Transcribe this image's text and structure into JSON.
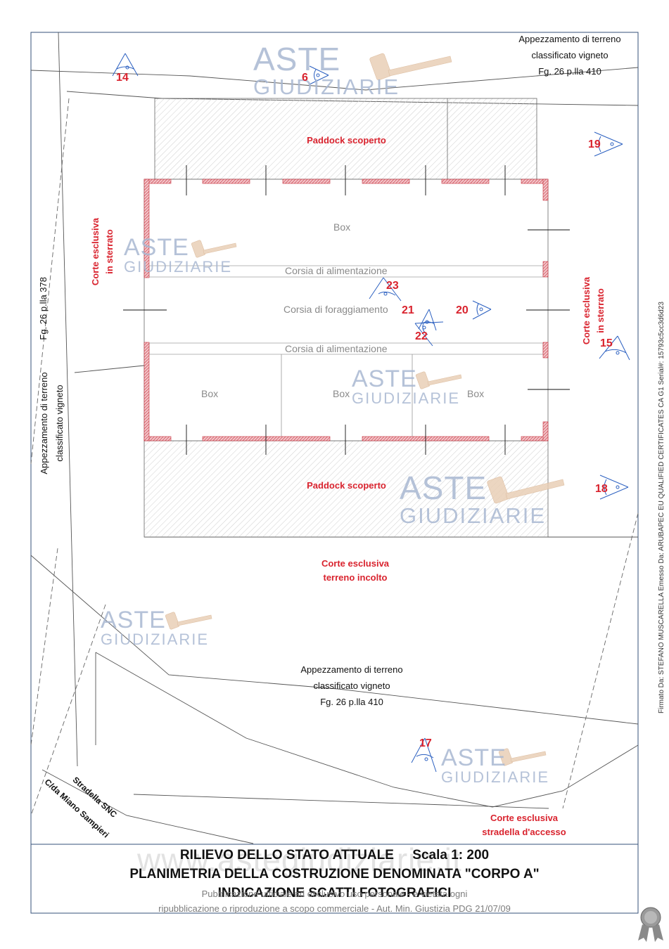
{
  "colors": {
    "red_text": "#d9232e",
    "wall_red": "#c62d3a",
    "watermark": "#a9b8d2",
    "camera_blue": "#2a5fc0",
    "line": "#444444"
  },
  "watermark": {
    "line1": "ASTE",
    "line2": "GIUDIZIARIE",
    "site": "www.astegiudiziarie.it"
  },
  "top_parcel": {
    "line1": "Appezzamento di terreno",
    "line2": "classificato vigneto",
    "line3": "Fg. 26 p.lla 410"
  },
  "left_parcel": {
    "line1": "Fg. 26 p.lla 378",
    "line2": "Appezzamento di terreno",
    "line3": "classificato vigneto"
  },
  "bottom_parcel": {
    "line1": "Appezzamento di terreno",
    "line2": "classificato vigneto",
    "line3": "Fg. 26 p.lla 410"
  },
  "areas": {
    "paddock_top": "Paddock scoperto",
    "paddock_bottom": "Paddock scoperto",
    "corte_left": {
      "line1": "Corte esclusiva",
      "line2": "in sterrato"
    },
    "corte_right": {
      "line1": "Corte esclusiva",
      "line2": "in sterrato"
    },
    "corte_incolto": {
      "line1": "Corte esclusiva",
      "line2": "terreno incolto"
    },
    "corte_accesso": {
      "line1": "Corte esclusiva",
      "line2": "stradella d'accesso"
    }
  },
  "rooms": {
    "box_top": "Box",
    "corsia_alim_top": "Corsia di alimentazione",
    "corsia_foragg": "Corsia di foraggiamento",
    "corsia_alim_bottom": "Corsia di alimentazione",
    "box_bottom_left": "Box",
    "box_bottom_mid": "Box",
    "box_bottom_right": "Box"
  },
  "road": {
    "line1": "Stradella SNC",
    "line2": "C/da Miano Sampieri"
  },
  "shots": [
    "14",
    "6",
    "19",
    "23",
    "21",
    "20",
    "22",
    "15",
    "18",
    "17"
  ],
  "title": {
    "line1": "RILIEVO DELLO STATO ATTUALE     Scala 1: 200",
    "line2": "PLANIMETRIA DELLA COSTRUZIONE DENOMINATA \"CORPO A\"",
    "line3": "INDICAZIONE SCATTI FOTOGRAFICI"
  },
  "footer": {
    "line1": "Pubblicazione ufficiale ad esclusivo uso personale - è vietata ogni",
    "line2": "ripubblicazione o riproduzione a scopo commerciale - Aut. Min. Giustizia PDG 21/07/09"
  },
  "signature": "Firmato Da: STEFANO MUSCARELLA Emesso Da: ARUBAPEC EU QUALIFIED CERTIFICATES CA G1 Serial#: 15793c5cc3d6d23",
  "icons": {
    "seal": "seal-icon",
    "camera": "camera-view-icon",
    "gavel": "gavel-icon"
  }
}
